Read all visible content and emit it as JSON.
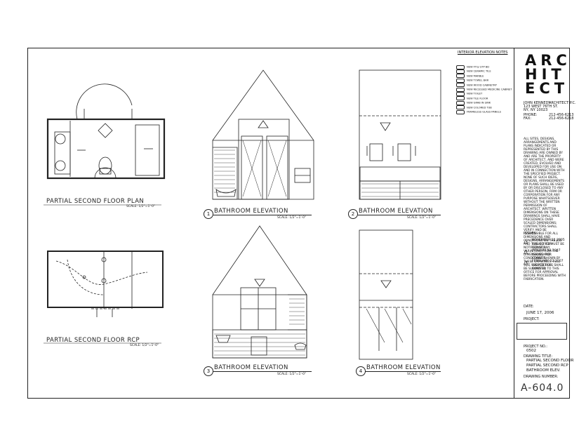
{
  "title_block": {
    "logo_lines": [
      "ARC",
      "HIT",
      "ECT"
    ],
    "firm_address": [
      "JOHN KENNEDY",
      "123 WEST 76TH ST.",
      "NY, NY 10023"
    ],
    "firm_name": "ARCHITECT P.C.",
    "phone_label": "PHONE:",
    "fax_label": "FAX:",
    "phone": "212-456-6213",
    "fax": "212-456-6218",
    "notes": "ALL SITES, DESIGNS, ARRANGEMENTS AND PLANS INDICATED OR REPRESENTED BY THIS DRAWING ARE OWNED BY AND ARE THE PROPERTY OF ARCHITECT, AND WERE CREATED, EVOLVED AND DEVELOPED FOR USE ON AND IN CONNECTION WITH THE SPECIFIED PROJECT. NONE OF SUCH IDEAS, DESIGNS, ARRANGEMENTS OR PLANS SHALL BE USED BY OR DISCLOSED TO ANY OTHER PERSON, FIRM OR CORPORATION FOR ANY PURPOSE WHATSOEVER WITHOUT THE WRITTEN PERMISSION OF ARCHITECT. WRITTEN DIMENSIONS ON THESE DRAWINGS SHALL HAVE PRECEDENCE OVER SCALED DIMENSIONS; CONTRACTORS SHALL VERIFY AND BE RESPONSIBLE FOR ALL DIMENSIONS AND CONDITIONS ON THE JOB AND THIS OFFICE MUST BE NOTIFIED OF ANY VARIATIONS FROM THE DIMENSIONS AND CONDITIONS SHOWN BY THESE DRAWINGS. FULL SIZE SHOP DETAILS SHALL BE SUBMITTED TO THIS OFFICE FOR APPROVAL BEFORE PROCEEDING WITH FABRICATION.",
    "issues_label": "ISSUES",
    "issues": [
      {
        "mark": "1",
        "text": "NOVEMBER 21,2005 ISSUED FOR CONSTR."
      },
      {
        "mark": "2",
        "text": "JANUARY 02,2007 ISSUED FOR CONSTR."
      },
      {
        "mark": "3",
        "text": "FEBRUARY 02,2007 ISSUED FOR CONSTR."
      }
    ],
    "date_label": "DATE:",
    "date": "JUNE 17, 2006",
    "project_label": "PROJECT:",
    "project_no_label": "PROJECT NO.:",
    "project_no": "0502",
    "drawing_title_label": "DRAWING TITLE:",
    "drawing_title_lines": [
      "PARTIAL SECOND FLOOR",
      "PARTIAL SECOND RCP",
      "BATHROOM ELEV."
    ],
    "drawing_number_label": "DRAWING NUMBER:",
    "sheet_number": "A-604.0"
  },
  "legend": {
    "title": "INTERIOR ELEVATION NOTES",
    "items": [
      "NEW FTG/ STP BD",
      "NEW CERAMIC TILE",
      "NEW MARBLE",
      "NEW TOWEL BAR",
      "NEW WOOD CABINETRY",
      "NEW RECESSED MEDICINE CABINET",
      "NEW TOILET",
      "NEW TILE FLOOR",
      "NEW GRAB IN SINK",
      "NEW COLORED TUB",
      "FRAMELESS GLASS PANELS"
    ]
  },
  "views": {
    "plan": {
      "title": "PARTIAL SECOND FLOOR PLAN",
      "scale": "SCALE: 1/2\"=1'-0\""
    },
    "rcp": {
      "title": "PARTIAL SECOND FLOOR RCP",
      "scale": "SCALE: 1/2\"=1'-0\""
    },
    "elev1": {
      "num": "1",
      "title": "BATHROOM ELEVATION",
      "scale": "SCALE: 1/2\"=1'-0\""
    },
    "elev2": {
      "num": "2",
      "title": "BATHROOM ELEVATION",
      "scale": "SCALE: 1/2\"=1'-0\""
    },
    "elev3": {
      "num": "3",
      "title": "BATHROOM ELEVATION",
      "scale": "SCALE: 1/2\"=1'-0\""
    },
    "elev4": {
      "num": "4",
      "title": "BATHROOM ELEVATION",
      "scale": "SCALE: 1/2\"=1'-0\""
    }
  }
}
